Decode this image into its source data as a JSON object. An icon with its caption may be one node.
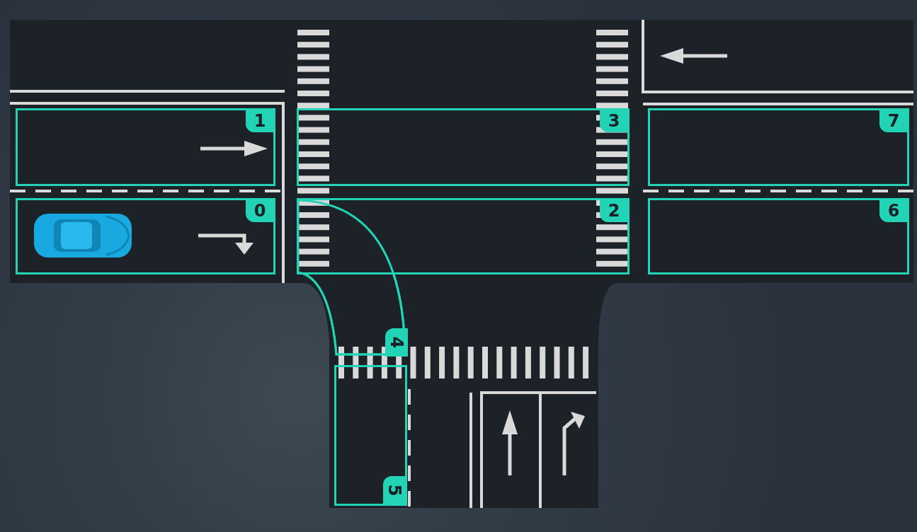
{
  "diagram": {
    "nodes": [
      {
        "text": [
          "1"
        ]
      },
      {
        "text": [
          "3"
        ]
      },
      {
        "text": [
          "7"
        ]
      },
      {
        "text": [
          "0"
        ]
      },
      {
        "text": [
          "2"
        ]
      },
      {
        "text": [
          "6"
        ]
      },
      {
        "text": [
          "4"
        ]
      },
      {
        "text": [
          "5"
        ]
      }
    ]
  }
}
